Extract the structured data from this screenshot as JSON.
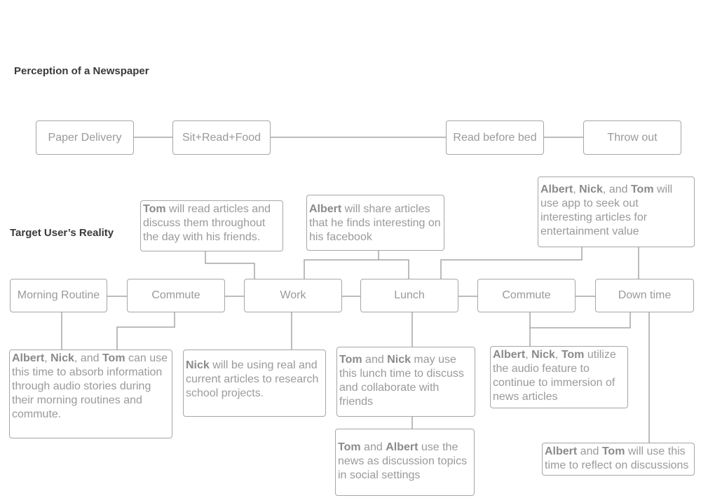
{
  "headings": {
    "perception": "Perception of a Newspaper",
    "reality": "Target User’s Reality"
  },
  "perception_nodes": [
    "Paper Delivery",
    "Sit+Read+Food",
    "Read before bed",
    "Throw out"
  ],
  "reality_nodes": [
    "Morning Routine",
    "Commute",
    "Work",
    "Lunch",
    "Commute",
    "Down time"
  ],
  "notes": {
    "tom_work": [
      "Tom",
      " will read articles and discuss them throughout the day with his friends."
    ],
    "albert_facebook": [
      "Albert",
      " will share articles that he finds interesting on his facebook"
    ],
    "app_entertainment": [
      "Albert",
      ", ",
      "Nick",
      ", and ",
      "Tom",
      " will use app to seek out interesting articles for entertainment value"
    ],
    "audio_morning": [
      "Albert",
      ", ",
      "Nick",
      ", and ",
      "Tom",
      " can use this time to absorb information through audio stories during their morning routines and commute."
    ],
    "nick_school": [
      "Nick",
      " will be using real and current articles to research school projects."
    ],
    "lunch_collab": [
      "Tom",
      " and ",
      "Nick",
      " may use this lunch time to discuss and collaborate with friends"
    ],
    "social_topics": [
      "Tom",
      " and ",
      "Albert",
      " use the news as discussion topics in social settings"
    ],
    "audio_immersion": [
      "Albert",
      ", ",
      "Nick",
      ", ",
      "Tom",
      " utilize the audio feature to continue to immersion of news articles"
    ],
    "reflect": [
      "Albert",
      " and ",
      "Tom",
      " will use this time to reflect on discussions"
    ]
  }
}
